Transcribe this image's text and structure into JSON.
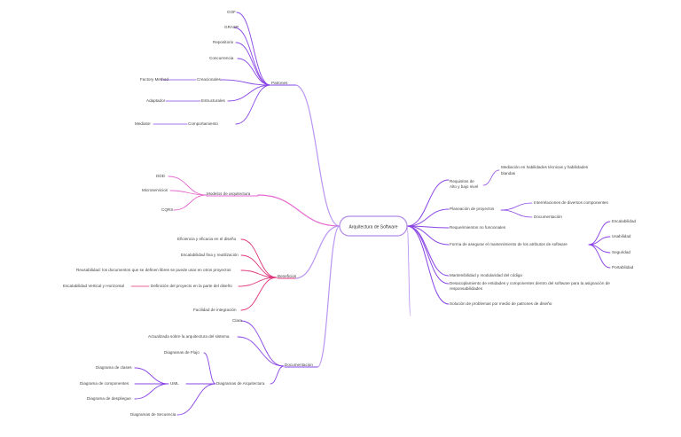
{
  "colors": {
    "violet": "#8a44e6",
    "violet_light": "#b995f2",
    "pink": "#e56ad0",
    "crimson": "#e0357a",
    "root_border": "#b38be8"
  },
  "nodes": {
    "root": "Arquitectura de Software",
    "patrones": "Patrones",
    "gof": "GOF",
    "grasp": "GRASP",
    "repositorio": "Repositorio",
    "concurrencia": "Concurrencia",
    "creacionales": "Creacionales",
    "factory": "Factory Method",
    "estructurales": "Estructurales",
    "adaptador": "Adaptador",
    "comportamiento": "Comportamiento",
    "mediator": "Mediator",
    "modelos": "Modelos de arquitectura",
    "ddd": "DDD",
    "microservicios": "Microservicios",
    "cqrs": "CQRS",
    "beneficios": "Beneficios",
    "eficiencia": "Eficiencia y eficacia en el diseño",
    "escalabilidad_fin": "Escalabilidad fina y reutilización",
    "reusabilidad": "Reusabilidad: los documentos que se definen libres se puede usar en otros proyectos",
    "escalabilidad_vh": "Escalabilidad Vertical y Horizontal",
    "definicion": "Definición del proyecto en la parte del diseño",
    "integracion": "Facilidad de integración",
    "documentacion": "Documentacion",
    "clara": "Clara",
    "actualizada": "Actualizada sobre la arquitectura del sistema",
    "diagramas_arq": "Diagramas de Arquitectura",
    "flujo": "Diagramas de Flujo",
    "uml": "UML",
    "clases": "Diagrama de clases",
    "componentes": "Diagrama de componentes",
    "despliegue": "Diagrama de despliegue",
    "secuencia": "Diagramas de Secuencia",
    "requisitos_alto": "Requisitos de Alto y bajo nivel",
    "requisitos_alto_l1": "Requisitos de",
    "requisitos_alto_l2": "Alto y bajo nivel",
    "mediacion": "Mediación en habilidades técnicas y habilidades blandas",
    "mediacion_l1": "Mediación en habilidades técnicas y habilidades",
    "mediacion_l2": "blandas",
    "planeacion": "Planeación de proyectos",
    "interrelaciones": "Interrelaciones de diversos componentes",
    "doc_planeacion": "Documentación",
    "req_no_funcionales": "Requerimientos no funcionales",
    "forma_asegurar": "Forma de asegurar el mantenimiento de los atributos de software",
    "escalabilidad": "Escalabilidad",
    "usabilidad": "Usabilidad",
    "seguridad": "Seguridad",
    "portabilidad": "Portabilidad",
    "mantenibilidad": "Mantenibilidad y modularidad del código",
    "desacoplamiento_l1": "Desacoplamiento de entidades y componentes dentro del software para la asignación de",
    "desacoplamiento_l2": "responsabilidades",
    "solucion": "Solución de problemas por medio de patrones de diseño"
  }
}
